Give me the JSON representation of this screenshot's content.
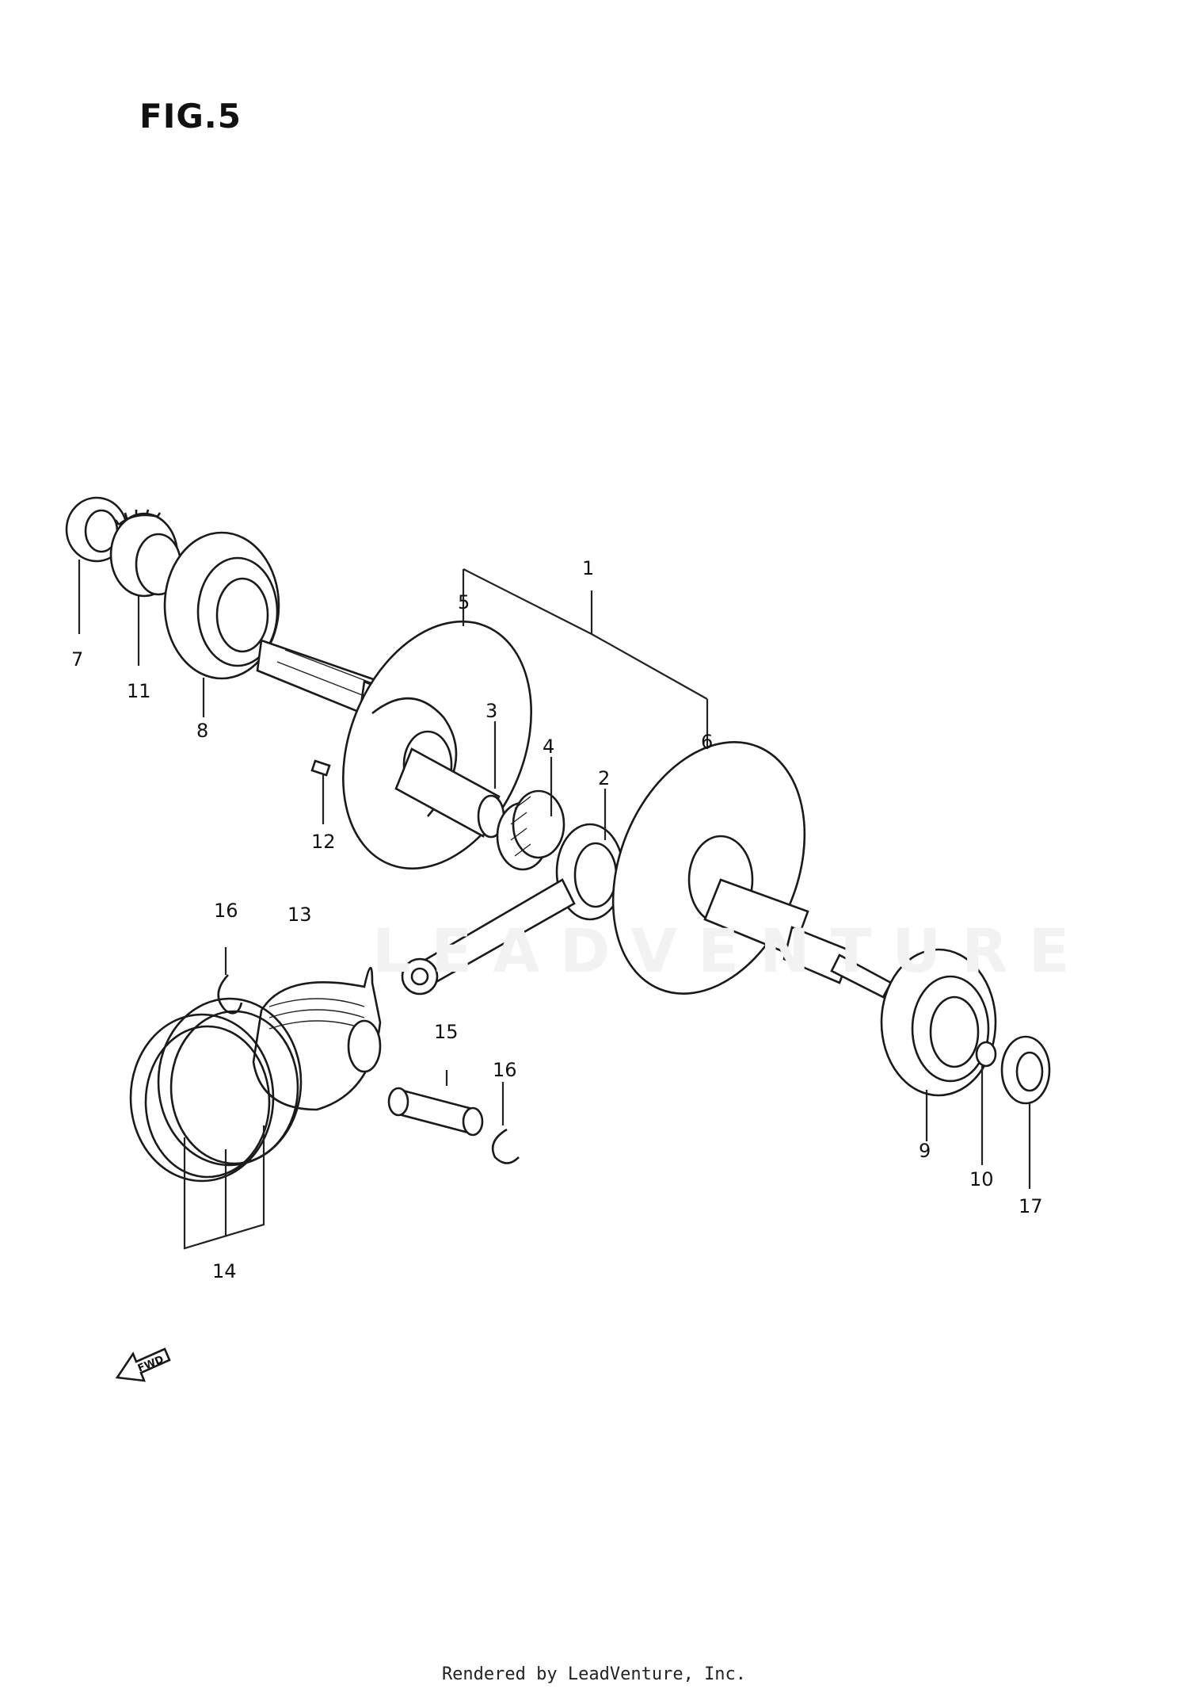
{
  "figure": {
    "title": "FIG.5"
  },
  "footer": {
    "text": "Rendered by LeadVenture, Inc."
  },
  "watermark": {
    "text": "LEADVENTURE"
  },
  "fwd_label": "FWD",
  "callouts": [
    {
      "id": "1",
      "label": "1"
    },
    {
      "id": "2",
      "label": "2"
    },
    {
      "id": "3",
      "label": "3"
    },
    {
      "id": "4",
      "label": "4"
    },
    {
      "id": "5",
      "label": "5"
    },
    {
      "id": "6",
      "label": "6"
    },
    {
      "id": "7",
      "label": "7"
    },
    {
      "id": "8",
      "label": "8"
    },
    {
      "id": "9",
      "label": "9"
    },
    {
      "id": "10",
      "label": "10"
    },
    {
      "id": "11",
      "label": "11"
    },
    {
      "id": "12",
      "label": "12"
    },
    {
      "id": "13",
      "label": "13"
    },
    {
      "id": "14",
      "label": "14"
    },
    {
      "id": "15",
      "label": "15"
    },
    {
      "id": "16a",
      "label": "16"
    },
    {
      "id": "16b",
      "label": "16"
    },
    {
      "id": "17",
      "label": "17"
    }
  ]
}
